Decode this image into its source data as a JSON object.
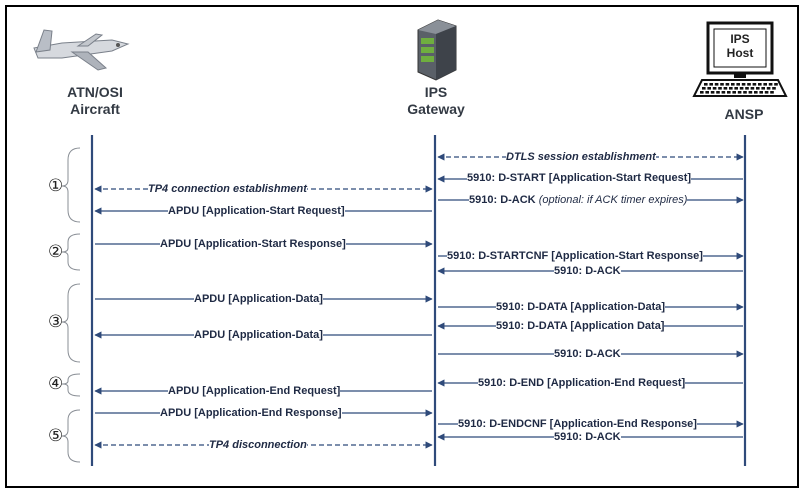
{
  "participants": {
    "aircraft": {
      "line1": "ATN/OSI",
      "line2": "Aircraft"
    },
    "gateway": {
      "line1": "IPS",
      "line2": "Gateway"
    },
    "ansp": {
      "host_line1": "IPS",
      "host_line2": "Host",
      "label": "ANSP"
    }
  },
  "phases": [
    "①",
    "②",
    "③",
    "④",
    "⑤"
  ],
  "messages": [
    {
      "id": "dtls",
      "text": "DTLS session establishment"
    },
    {
      "id": "d_start",
      "text": "5910: D-START [Application-Start Request]"
    },
    {
      "id": "tp4_conn",
      "text": "TP4 connection establishment"
    },
    {
      "id": "d_ack_opt",
      "text": "5910: D-ACK",
      "note": "(optional: if ACK timer expires)"
    },
    {
      "id": "apdu_start_req",
      "text": "APDU [Application-Start Request]"
    },
    {
      "id": "apdu_start_resp",
      "text": "APDU [Application-Start Response]"
    },
    {
      "id": "d_startcnf",
      "text": "5910: D-STARTCNF [Application-Start Response]"
    },
    {
      "id": "d_ack2",
      "text": "5910: D-ACK"
    },
    {
      "id": "apdu_data1",
      "text": "APDU [Application-Data]"
    },
    {
      "id": "d_data1",
      "text": "5910: D-DATA [Application-Data]"
    },
    {
      "id": "d_data2",
      "text": "5910: D-DATA [Application Data]"
    },
    {
      "id": "apdu_data2",
      "text": "APDU [Application-Data]"
    },
    {
      "id": "d_ack3",
      "text": "5910: D-ACK"
    },
    {
      "id": "d_end",
      "text": "5910: D-END [Application-End Request]"
    },
    {
      "id": "apdu_end_req",
      "text": "APDU [Application-End Request]"
    },
    {
      "id": "apdu_end_resp",
      "text": "APDU [Application-End Response]"
    },
    {
      "id": "d_endcnf",
      "text": "5910: D-ENDCNF [Application-End Response]"
    },
    {
      "id": "d_ack4",
      "text": "5910: D-ACK"
    },
    {
      "id": "tp4_disc",
      "text": "TP4 disconnection"
    }
  ],
  "colors": {
    "lifeline": "#2f4a7a",
    "arrow": "#2f4a7a",
    "text": "#1f2a44",
    "border": "#000000"
  }
}
